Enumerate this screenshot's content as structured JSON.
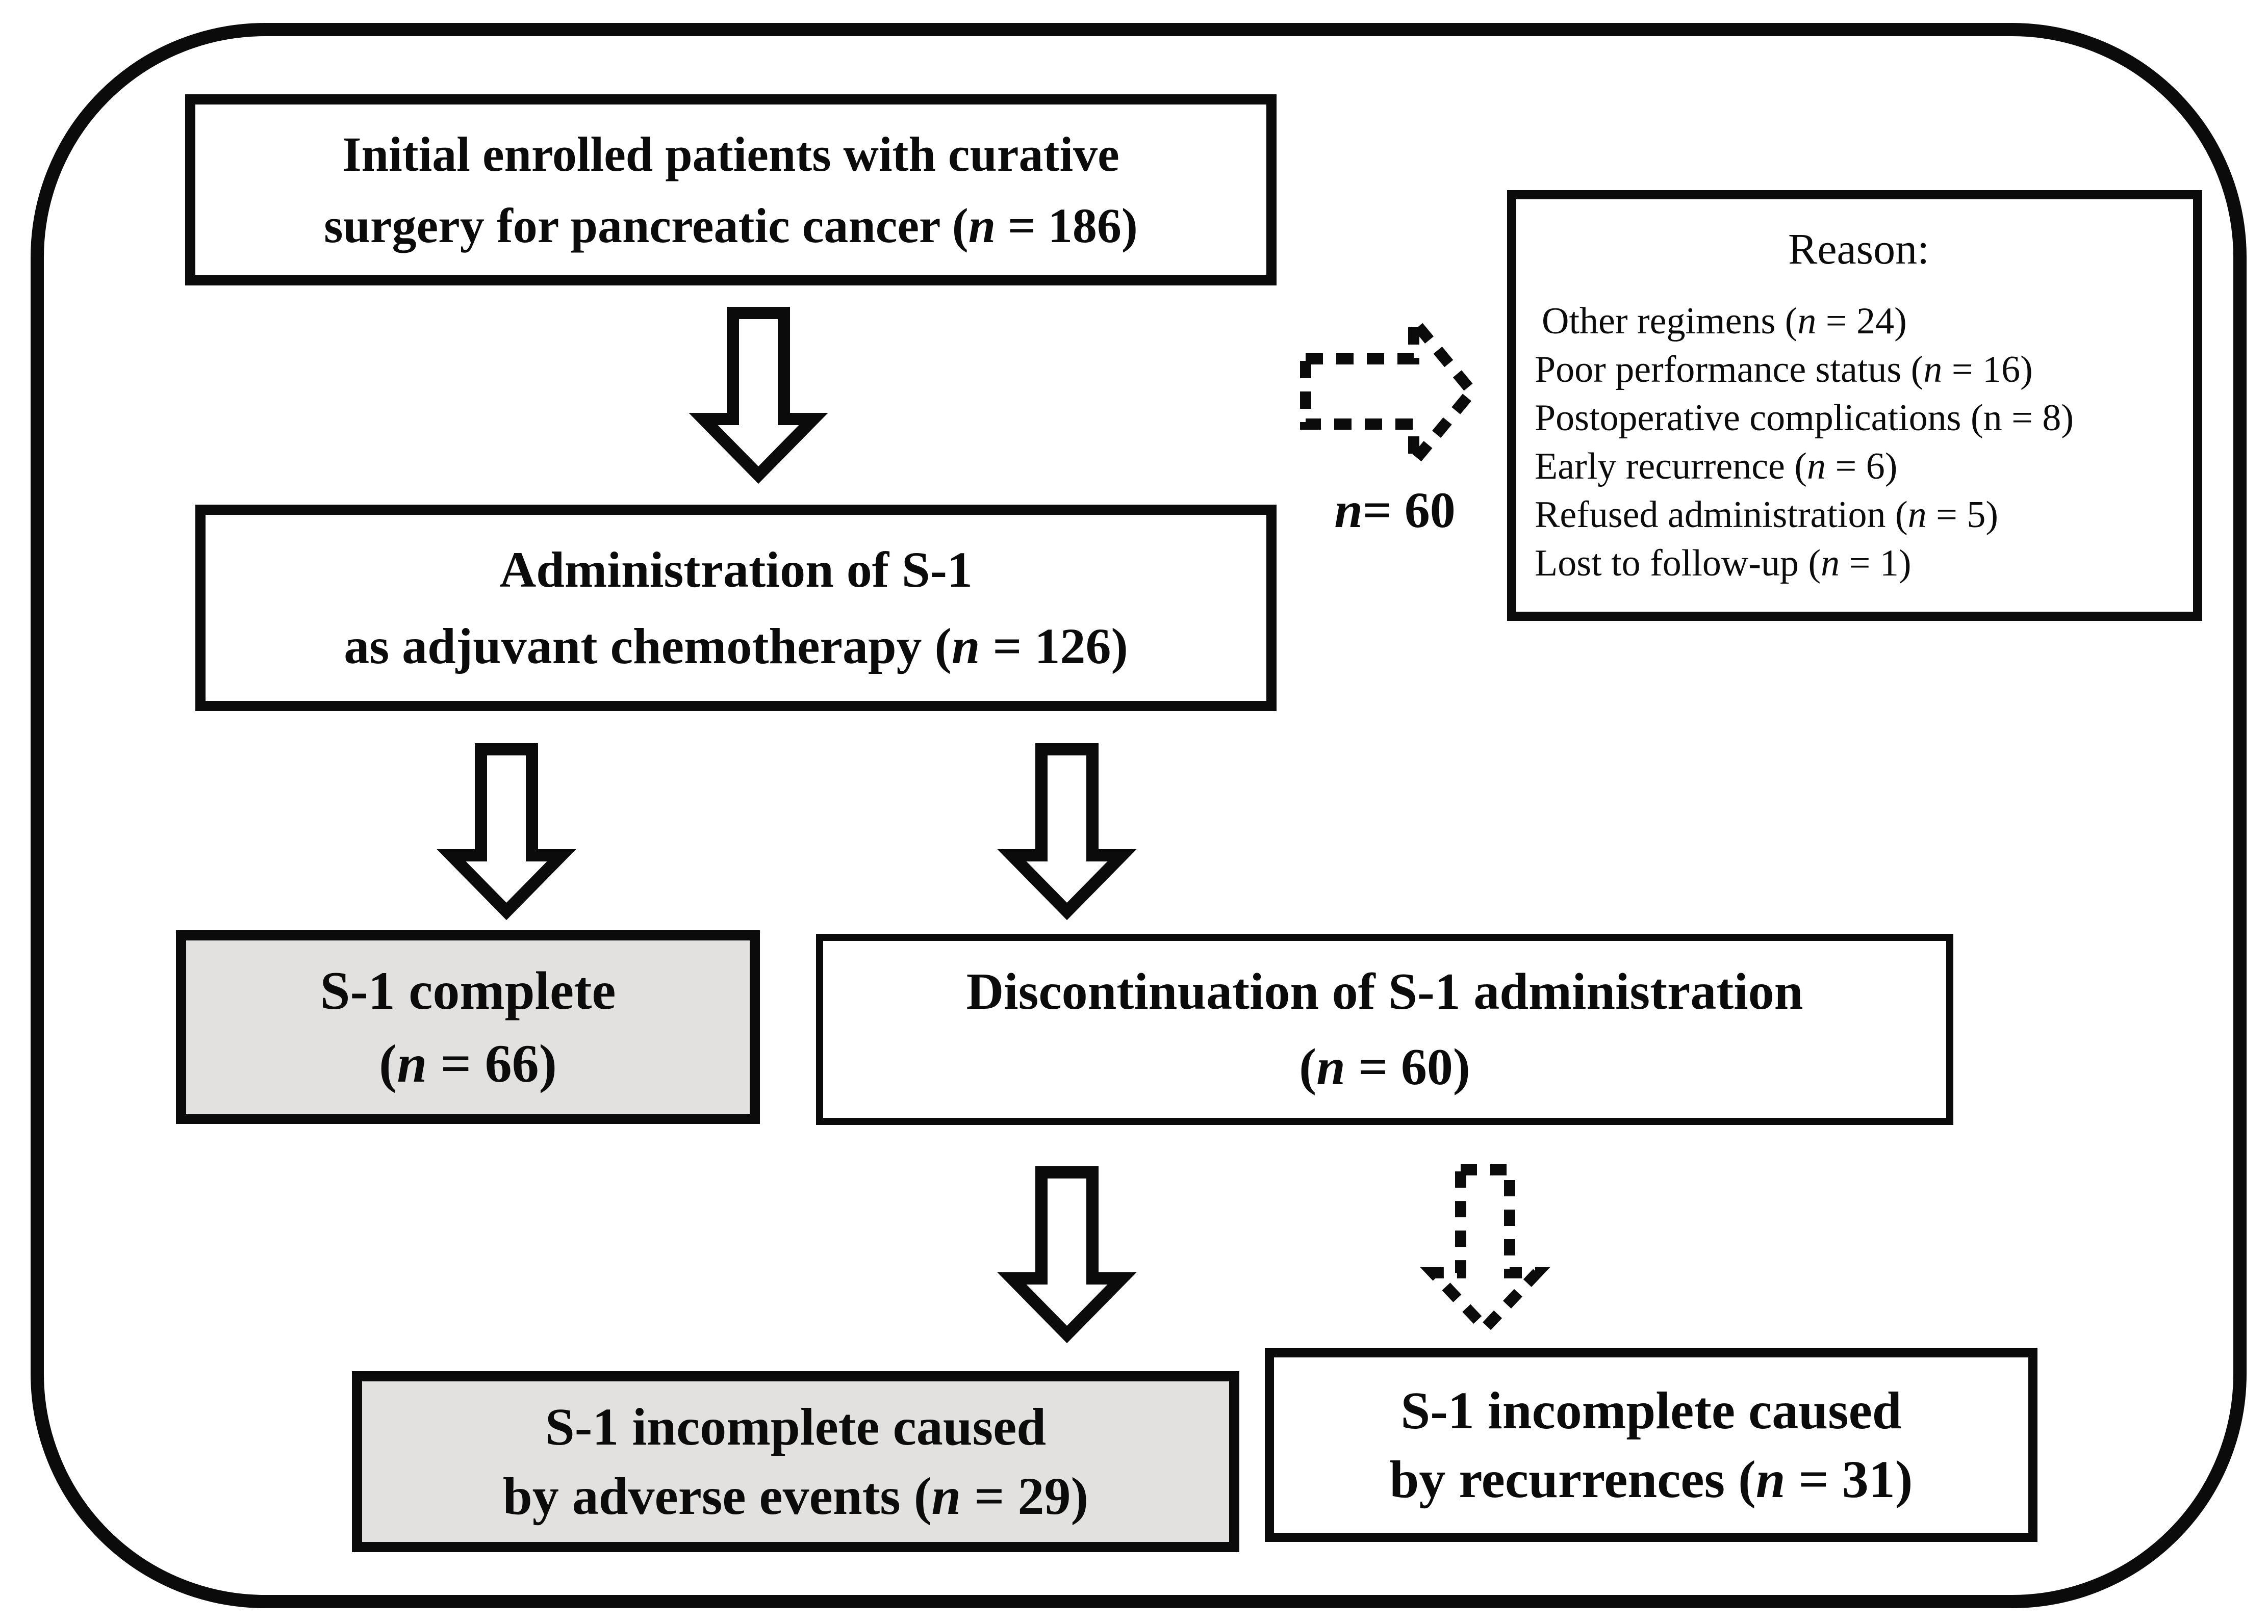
{
  "style": {
    "ink": "#0b0b0b",
    "background": "#ffffff",
    "gray_fill": "#e2e1df"
  },
  "boxes": {
    "initial": {
      "line1": "Initial enrolled patients with curative",
      "line2_pre": "surgery for pancreatic cancer (",
      "n": "n",
      "line2_post": " = 186)"
    },
    "admin": {
      "line1": "Administration of S-1",
      "line2_pre": "as adjuvant chemotherapy (",
      "n": "n",
      "line2_post": " = 126)"
    },
    "complete": {
      "line1": "S-1 complete",
      "line2_pre": "(",
      "n": "n",
      "line2_post": " = 66)"
    },
    "discontinuation": {
      "line1": "Discontinuation of S-1 administration",
      "line2_pre": "(",
      "n": "n",
      "line2_post": " = 60)"
    },
    "adverse": {
      "line1": "S-1 incomplete caused",
      "line2_pre": "by adverse events (",
      "n": "n",
      "line2_post": " = 29)"
    },
    "recurrence": {
      "line1": "S-1 incomplete caused",
      "line2_pre": "by recurrences (",
      "n": "n",
      "line2_post": " = 31)"
    }
  },
  "reason_box": {
    "title": "Reason:",
    "items": [
      {
        "pre": "Other regimens (",
        "n": "n",
        "post": " = 24)"
      },
      {
        "pre": "Poor performance status (",
        "n": "n",
        "post": " = 16)"
      },
      {
        "pre": "Postoperative complications (n = 8)",
        "n": "",
        "post": ""
      },
      {
        "pre": "Early recurrence (",
        "n": "n",
        "post": " = 6)"
      },
      {
        "pre": "Refused administration (",
        "n": "n",
        "post": " = 5)"
      },
      {
        "pre": "Lost to follow-up (",
        "n": "n",
        "post": " = 1)"
      }
    ]
  },
  "labels": {
    "excluded_pre": "",
    "excluded_n": "n",
    "excluded_post": " = 60"
  }
}
